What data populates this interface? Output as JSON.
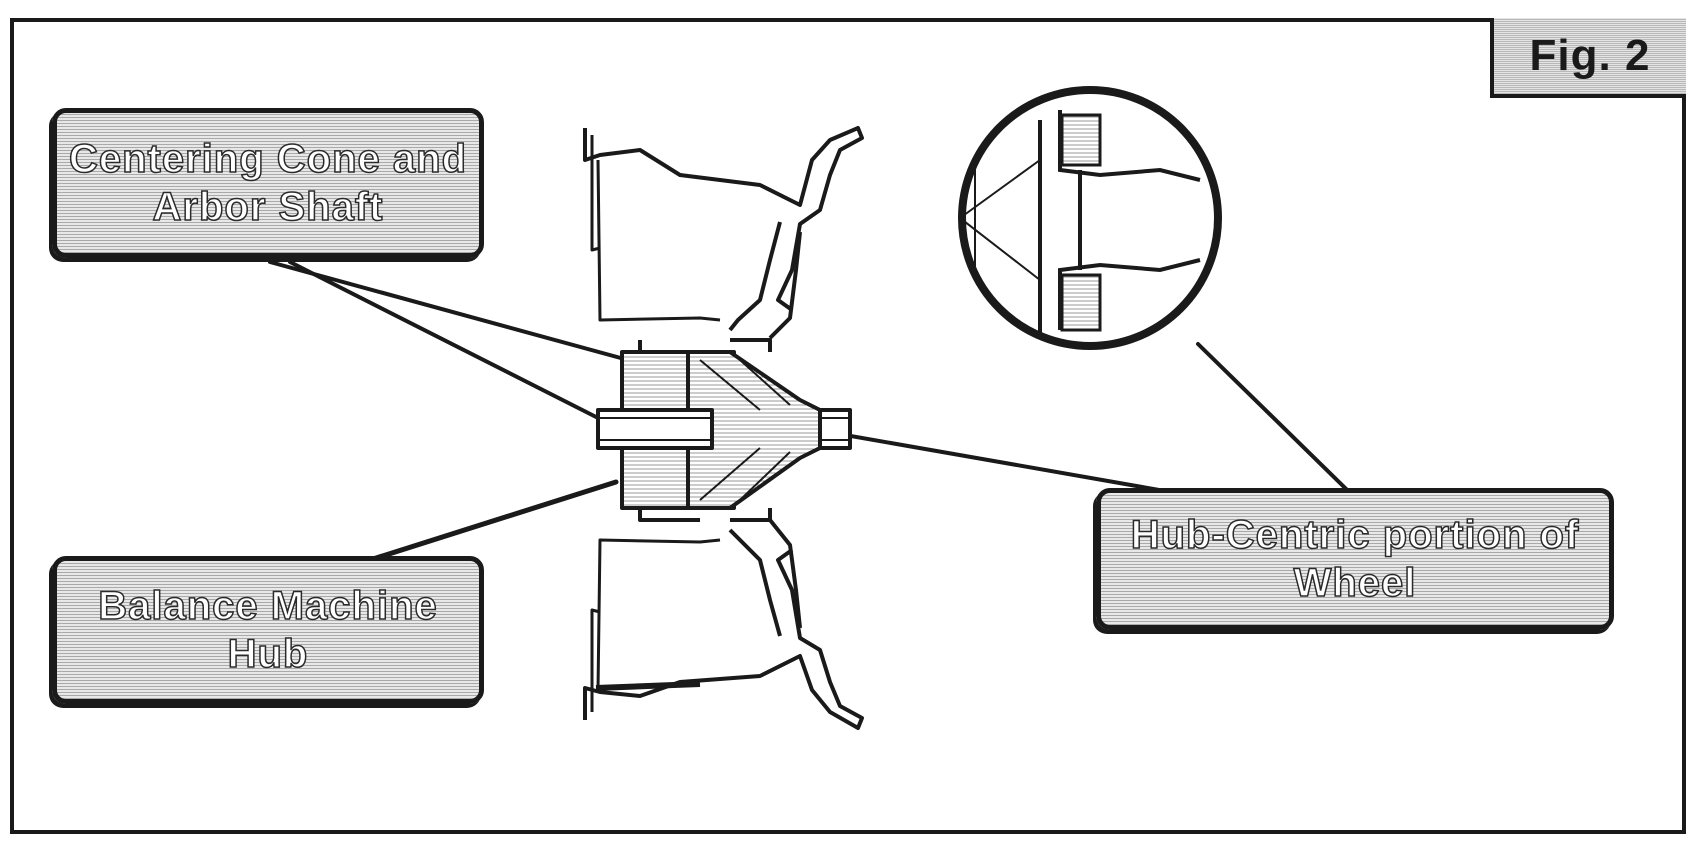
{
  "figure": {
    "label": "Fig. 2"
  },
  "callouts": {
    "centering_cone": "Centering Cone and Arbor Shaft",
    "balance_hub": "Balance Machine Hub",
    "hub_centric": "Hub-Centric portion of Wheel"
  },
  "colors": {
    "line": "#1a1a1a",
    "fill_light": "#e8e8e8",
    "fill_dark": "#a9a9a9"
  }
}
